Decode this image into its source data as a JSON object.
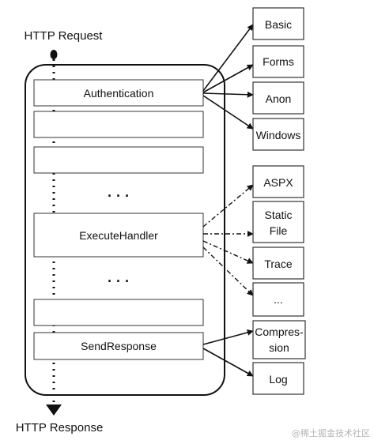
{
  "request_label": "HTTP Request",
  "response_label": "HTTP Response",
  "pipeline": {
    "authentication": "Authentication",
    "ellipsis_upper": "· · ·",
    "execute_handler": "ExecuteHandler",
    "ellipsis_lower": "· · ·",
    "send_response": "SendResponse"
  },
  "auth_targets": [
    "Basic",
    "Forms",
    "Anon",
    "Windows"
  ],
  "handler_targets": {
    "aspx": "ASPX",
    "static_file": [
      "Static",
      "File"
    ],
    "trace": "Trace",
    "more": "..."
  },
  "response_targets": {
    "compression": [
      "Compres-",
      "sion"
    ],
    "log": "Log"
  },
  "watermark": "@稀土掘金技术社区"
}
